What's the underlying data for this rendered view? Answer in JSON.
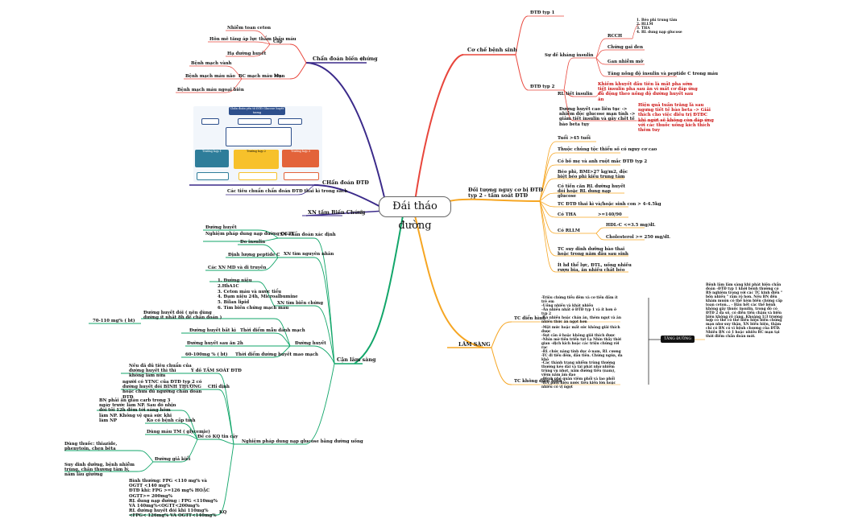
{
  "center": "Đái tháo đường",
  "colors": {
    "red": "#e8463c",
    "orange": "#f6a623",
    "green": "#12a66a",
    "navy": "#3b2a8a",
    "darkred": "#cc1111"
  },
  "pathogenesis": {
    "title": "Cơ chế bệnh sinh",
    "t1": "ĐTĐ typ 1",
    "t2": "ĐTĐ typ 2",
    "resistance": "Sự đề kháng insulin",
    "rcch": "RCCH",
    "rcch_items": [
      "1. Béo phì trung tâm",
      "2. RLLM",
      "3. THA",
      "4. RL dung nạp glucose"
    ],
    "fatty": "Chứng gai đen",
    "nafld": "Gan nhiễm mỡ",
    "insulin_high": "Tăng nồng độ insulin và peptide C trong máu",
    "secretion": "RL tiết insulin",
    "secretion_text": "Khiếm khuyết đầu tiên là mất pha sớm tiết insulin pha sau ăn vì mất cơ đáp ứng đủ động theo nồng độ đường huyết sau ăn",
    "insulin_flow": "Đường huyết cao liên tục -> nhiễm độc glucose mạn tính -> giảm tiết insulin và gây chết tế bào beta tụy",
    "honeymoon": "Hiện quả tuần trăng là sau ngưng tiết tế bào beta -> Giải thích cho việc điều trị ĐTĐC khi ngừt sẽ không còn đáp ứng với các thuốc uống kích thích thêm tuy"
  },
  "risk": {
    "title": "Đối tượng nguy cơ bị ĐTĐ typ 2 - tầm soát ĐTĐ",
    "items": [
      "Tuổi >45 tuổi",
      "Thuộc chủng tộc thiểu số có nguy cơ cao",
      "Có bố mẹ và anh ruột mắc ĐTĐ typ 2",
      "Béo phì, BMI>27 kg/m2, độc biệt béo phì kiểu trung tâm",
      "Có tiền căn RL đường huyết đói hoặc RL dung nạp glucose",
      "TC ĐTĐ thai kì và/hoặc sinh con > 4-4.5kg",
      "Có THA",
      "Có RLLM",
      "TC suy dinh dưỡng bào thai hoặc trong năm đầu sau sinh",
      "Ít hđ thể lực, ĐTL, uống nhiều rượu bia, ăn nhiều chất béo"
    ],
    "tha_value": ">=140/90",
    "hdl": "HDL-C <=3.5 mg/dL",
    "cholesterol": "Cholesterol >= 250 mg/dL"
  },
  "clinical": {
    "title": "LÂM SÀNG",
    "typical": "TC điển hình",
    "typical_text": "-Triệu chứng tiểu đêm và cơ tiền đầm ít trẻ em\n-Uống nhiều và khát nhiều\n-Ăn nhiều nhất ở ĐTĐ typ 1 và ít hơn ở typ 2\n-Ăn nhiều hoặc chán ăn, thèm ngọt và ăn nhiều thức ăn ngọt hơn",
    "atypical": "TC không điển hình",
    "atypical_text": "-Một mức hoặc mất sức không giải thích được\n-Sụt cân ở hoặc không giải thích được\n-Nhìn mờ tiến triển tụt Lạ Nhìn thấy thời gian -dịch kích hoặc các triệu chứng rời rạc\n-RL chức năng tính dục ở nam, RL cương\n-TC đi tiểu đêm, đầu tiên. Chứng ngứa, da khô\n-Các thành trạng nhiễm trùng thường thường kéo dài và tái phát như nhiễm trùng vụ nhọt, nấm đường tiểu (nam), viêm nấm âm đạo\n-Bệnh phế quản viêm phổi và lao phổi\n-HN phối hiệu nước tiểu kiến lớn hoặc nhiều có vị ngọt",
    "badge": "TĂNG ĐƯỜNG HUYẾT",
    "badge_text": "Bệnh lâm lâm sàng khi phát hiện chẩn đoán -ĐTĐ typ 1 khởi bệnh thường có RS nghiêm trọng với các TC kinh điển \" bốn nhiều \" rầm rộ hơn. Nếu BN đến khám muộn có thể kèm biến chứng cấp toan ceton... - Hầu hết các thể bệnh không gây thuốc insulin, trong đó có ĐTĐ 2 đa số, có diễn tiến chậm và biến hiện không rõ ràng. Khoảng 1/3 trường hợp có thể có thể biểu hiện biến chứng mạn như suy thận, XN biểu hiện, thậm chí có BN có vì bệnh chương của ĐTĐ. Nhiều BN có 1 hoặc nhiều RC mạn tại thời điểm chẩn đoán mới."
  },
  "complications": {
    "title": "Chẩn đoán biến chứng",
    "acute": "Cấp",
    "acute_items": [
      "Nhiễm toan ceton",
      "Hôn mê tăng áp lực thẩm thấu máu",
      "Hạ đường huyết"
    ],
    "chronic": "Mạn",
    "chronic_title": "BC mạch máu lớn",
    "chronic_items": [
      "Bệnh mạch vành",
      "Bệnh mạch máu não",
      "Bệnh mạch máu ngoại biên"
    ]
  },
  "diagnosis": {
    "title": "CHẩn đoán ĐTĐ",
    "criteria": "Các tiêu chuẩn chẩn đoán ĐTĐ thai kì trong sách",
    "xn": "XN tầm Biến Chứng",
    "flow_title": "Chẩn đoán yếu tố ĐTĐ Glucose huyết tương",
    "flow_boxes": [
      "Trường hợp 1",
      "Trường hợp 2",
      "Trường hợp 3"
    ]
  },
  "labs": {
    "title": "Cận lâm sàng",
    "diagnostic": "XN chẩn đoán xác định",
    "diagnostic_items": [
      "Đường huyết",
      "Nghiệm pháp dung nạp đường OGTT"
    ],
    "cause": "XN tìm nguyên nhân",
    "cause_items": [
      "Đo insulin",
      "Định lượng peptide C",
      "Các XN MD và di truyền"
    ],
    "comp": "XN tìm biến chứng",
    "comp_items": [
      "1. Đường niệu",
      "2.HbA1C",
      "3. Ceton máu và nước tiểu",
      "4. Đạm niệu 24h, Microalbumine",
      "5. Bilan lipid",
      "6. Tìm biến chứng mạch máu"
    ],
    "glucose": "Đường huyết",
    "fasting": "Đường huyết đói ( nên dùng đường ít nhất 8h để chẩn đoán )",
    "fasting_value": "70-110 mg% ( bt)",
    "random": "Đường huyết bất kì",
    "post": "Đường huyết sau ăn 2h",
    "timer": "Thời điểm mẫu đánh mạch",
    "capillary": "Thời điểm đường huyết mao mạch",
    "capillary_value": "60-100mg % ( bt)",
    "ogtt": "Nghiệm pháp dung nạp glucose bằng đường uống",
    "purpose": "Ý đồ TẦM SOÁT ĐTĐ",
    "purpose_text": "Nếu đã đủ tiêu chuẩn của đường huyết thì thì không làm nữa",
    "indication": "CHỉ định",
    "indication_text": "người có YTNC của ĐTĐ typ 2 có đường huyết đói BÌNH THƯỜNG hoặc chưa đủ ngưỡng chẩn đoán ĐTĐ",
    "prep": "Để có KQ tin cậy",
    "prep_text": "BN phải ăn giàu carb trong 3 ngày trước làm NP. Sau đó nhịn đói tối 12h đêm tới sáng hôm làm NP. Không vệ quá sức khi làm NP",
    "prep_items": [
      "Ko có bệnh cấp tính",
      "Dùng máu TM ( glycemie)",
      "Dùng thuốc: thiazide, phenytoin, chẹn bêta",
      "Suy dinh dưỡng, bệnh nhiễm trùng, chấn thương tâm lý, nằm lâu giường"
    ],
    "interfere": "Đường giả kiểi",
    "kq": "KQ",
    "kq_text": "Bình thường: FPG <110 mg% và OGTT <140 mg%\nĐTĐ khi: FPG >=126 mg% HOẶC OGTT>= 200mg%\nRL dung nạp đường : FPG <110mg% VÀ 140mg%<OGTT<200mg%\nRL đường huyết đói khi 110mg%<FPG< 126mg% VÀ OGTT<140mg%"
  }
}
